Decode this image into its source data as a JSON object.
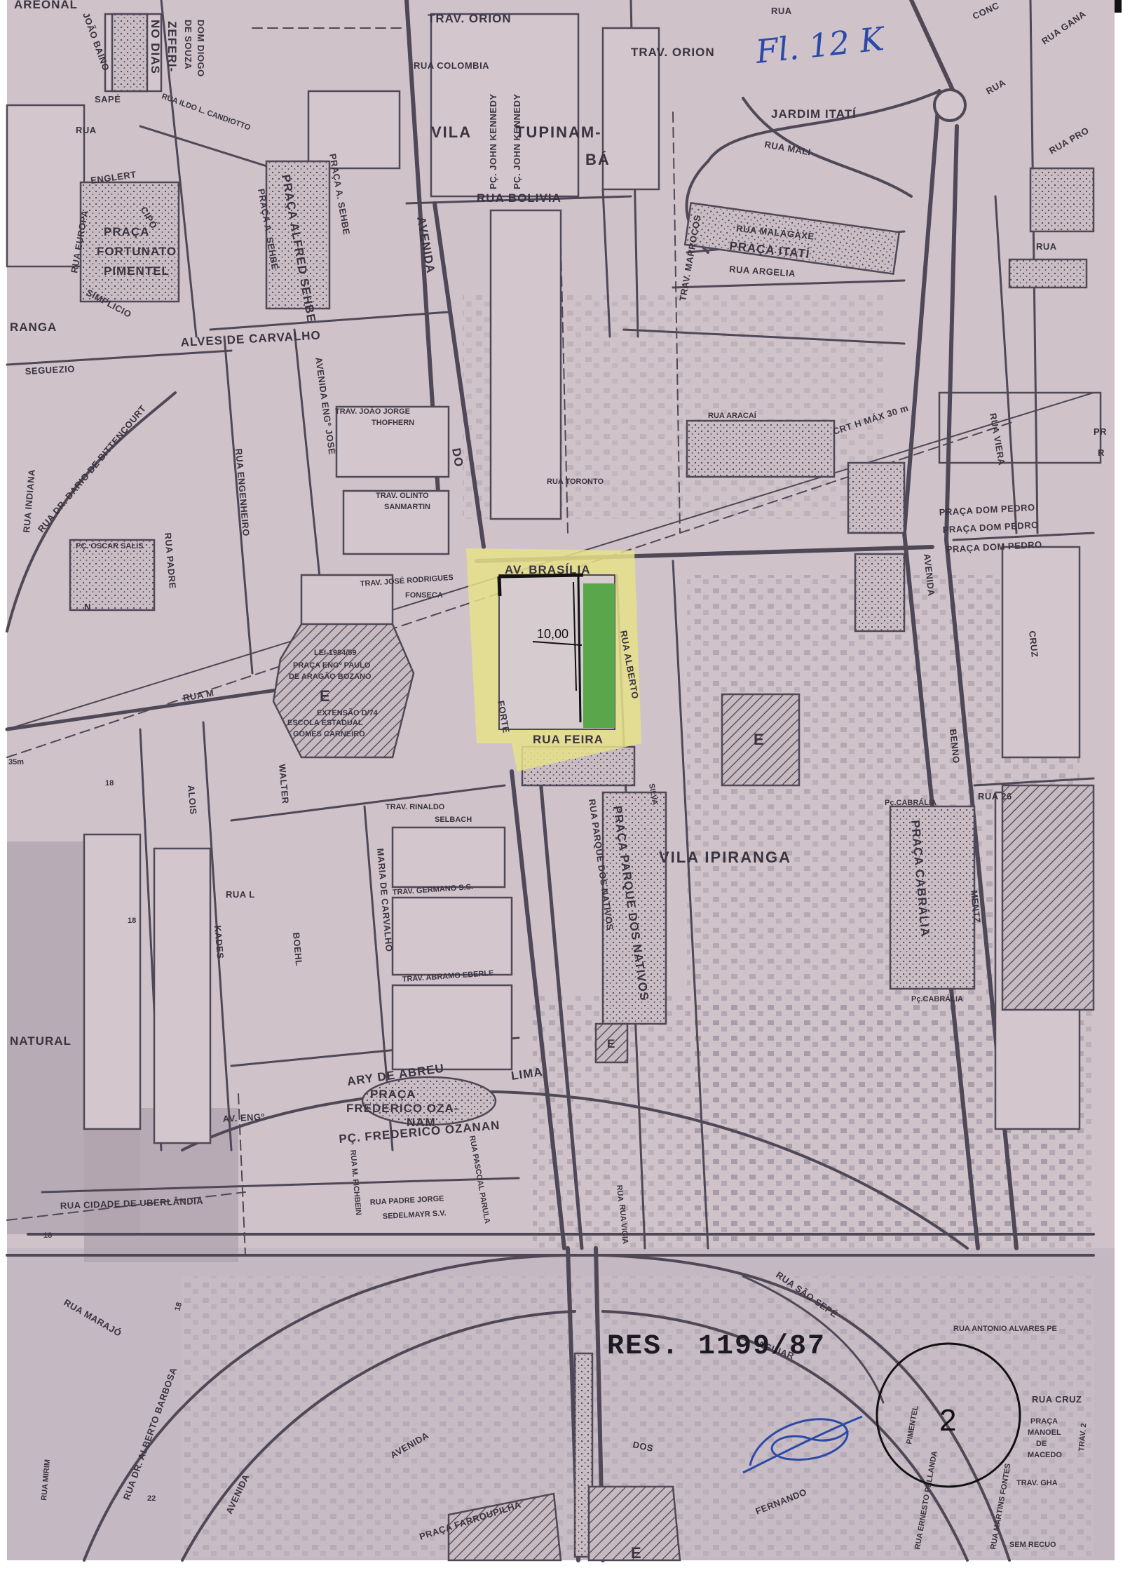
{
  "document": {
    "resolution_label": "RES. 1199/87",
    "sheet_number": "2",
    "handwritten_note": "Fl. 12 K",
    "dimension_label": "10,00"
  },
  "colors": {
    "paper": "#cfc3c9",
    "block": "#d9ced3",
    "street_line": "#4f4857",
    "highlight_yellow": "#e6e08a",
    "highlight_green": "#5aa64b",
    "ink_blue": "#2b4aa8"
  },
  "labels": {
    "vila_tupinamba_1": "VILA",
    "vila_tupinamba_2": "TUPINAM-",
    "vila_tupinamba_3": "BÁ",
    "jardim_itati": "JARDIM ITATÍ",
    "vila_ipiranga": "VILA   IPIRANGA",
    "trav_orion_1": "TRAV. ORION",
    "trav_orion_2": "TRAV. ORION",
    "rua_colombia": "RUA COLOMBIA",
    "rua_bolivia": "RUA  BOLIVIA",
    "pc_john_kennedy_1": "PÇ. JOHN KENNEDY",
    "pc_john_kennedy_2": "PÇ. JOHN KENNEDY",
    "rua_mali": "RUA  MALI",
    "rua_malagaxe": "RUA  MALAGAXE",
    "praca_itati": "PRAÇA  ITATÍ",
    "rua_argelia": "RUA  ARGELIA",
    "trav_marrocos": "TRAV. MARROCOS",
    "rua_aracai": "RUA  ARACAÍ",
    "rua_toronto": "RUA TORONTO",
    "crt": "CRT   H MÁX  30 m",
    "praca_dom_pedro_1": "PRAÇA DOM PEDRO",
    "praca_dom_pedro_2": "PRAÇA DOM PEDRO",
    "praca_dom_pedro_3": "PRAÇA DOM PEDRO",
    "av_brasilia": "AV.  BRASÍLIA",
    "rua_alberto": "RUA   ALBERTO",
    "silva": "SILVA",
    "rua_feira": "RUA  FEIRA",
    "forte": "FORTE",
    "avenida_do": "AVENIDA",
    "do": "DO",
    "praca_parque_dos_nativos": "PRAÇA PARQUE DOS NATIVOS",
    "rua_parque_dos_nativos": "RUA  PARQUE  DOS  NATIVOS",
    "pc_cabralia_1": "Pç.CABRÁLIA",
    "praca_cabralia": "PRAÇA  CABRÁLIA",
    "pc_cabralia_2": "Pç.CABRÁLIA",
    "rua_26": "RUA   26",
    "avenida_benno": "AVENIDA",
    "benno": "BENNO",
    "mentz": "MENTZ",
    "cruz": "CRUZ",
    "rua_viera": "RUA  VIERA",
    "praca_alfred_sehbe": "PRAÇA ALFRED SEHBE",
    "praca_a_sehbe_1": "PRAÇA  A. SEHBE",
    "praca_a_sehbe_2": "PRAÇA  A. SEHBE",
    "praca_fortunato_1": "PRAÇA",
    "praca_fortunato_2": "FORTUNATO",
    "praca_fortunato_3": "PIMENTEL",
    "rua_europa": "RUA  EUROPA",
    "englert": "ENGLERT",
    "cipo": "CIPÓ",
    "simplicio": "SIMPLICIO",
    "alves_de_carvalho": "ALVES       DE        CARVALHO",
    "iranga": "RANGA",
    "seguezio": "SEGUEZIO",
    "avenida_eng_jose": "AVENIDA  ENGº  JOSÉ",
    "trav_joao_jorge": "TRAV. JOÃO JORGE",
    "thofhern": "THOFHERN",
    "trav_olinto": "TRAV. OLINTO",
    "sanmartin": "SANMARTIN",
    "trav_jose_rodrigues": "TRAV. JOSÉ RODRIGUES",
    "fonseca": "FONSECA",
    "lei": "LEI-1984/59",
    "praca_eng_paulo": "PRAÇA ENGº PAULO",
    "de_aragao": "DE ARAGÃO BOZANO",
    "school_e": "E",
    "extensao": "EXTENSÃO  D/74",
    "escola_estadual": "ESCOLA ESTADUAL",
    "gomes_carneiro": "GOMES  CARNEIRO",
    "rua_dr_dario": "RUA  DR. DARIO DE BITTENCOURT",
    "pc_oscar_salis": "PÇ. OSCAR SALIS",
    "rua_indiana": "RUA  INDIANA",
    "rua_padre": "RUA  PADRE",
    "rua_engenheiro": "RUA  ENGENHEIRO",
    "rua_m": "RUA   M",
    "rua_n": "N",
    "alois": "ALOIS",
    "walter": "WALTER",
    "boehl": "BOEHL",
    "kades": "KADES",
    "rua_l": "RUA  L",
    "natural": "NATURAL",
    "trav_rinaldo": "TRAV. RINALDO",
    "selbach": "SELBACH",
    "trav_germano": "TRAV. GERMANO  S.S.",
    "trav_abramo": "TRAV. ABRAMO EBERLE",
    "maria_de_carvalho": "MARIA   DE   CARVALHO",
    "ary_de_abreu": "ARY  DE  ABREU",
    "lima": "LIMA",
    "praca_frederico_1": "PRAÇA",
    "praca_frederico_2": "FREDERICO OZA-",
    "praca_frederico_3": "NAM",
    "av_eng": "AV. ENGº",
    "pc_frederico_ozanan": "PÇ. FREDERICO OZANAN",
    "rua_m_fichbein": "RUA M. FICHBEIN",
    "rua_pascoal": "RUA  PASCOAL  PARULA",
    "rua_padre_jorge": "RUA PADRE JORGE",
    "sedelmayr": "SEDELMAYR  S.V.",
    "rua_cidade_de_uberlandia": "RUA  CIDADE   DE   UBERLÂNDIA",
    "rua_vigia": "RUA VIGIA",
    "rua_marajo": "RUA  MARAJÓ",
    "rua_dr_alberto_barbosa": "RUA DR. ALBERTO BARBOSA",
    "rua_mirim": "RUA MIRIM",
    "avenida_bottom": "AVENIDA",
    "avenida_dos": "AVENIDA",
    "dos": "DOS",
    "praca_farroupilha": "PRAÇA FARROUPILHA",
    "fernando": "FERNANDO",
    "rua_sao_sepe": "RUA  SÃO  SEPÉ",
    "rua_antonio_alvares": "RUA ANTONIO ALVARES PE",
    "rua_cruz": "RUA  CRUZ",
    "praca_manoel_1": "PRAÇA",
    "praca_manoel_2": "MANOEL",
    "praca_manoel_3": "DE",
    "praca_manoel_4": "MACEDO",
    "trav_2": "TRAV. 2",
    "trav_gha": "TRAV.  GHA",
    "rua_martins_fontes": "RUA MARTINS FONTES",
    "ernesto_pellanda": "RUA  ERNESTO PELLANDA",
    "pimentel": "PIMENTEL",
    "sem_recuo": "SEM  RECUO",
    "rua_gana": "RUA  GANA",
    "rua_top_right": "RUA",
    "rua_pro": "RUA PRO",
    "rua_right": "RUA",
    "areonal": "AREONAL",
    "dom_diogo": "DOM DIOGO",
    "de_souza": "DE SOUZA",
    "no_dias": "NO DIAS",
    "zeferi": "ZEFERI-",
    "joao_baino": "JOÃO BAINO",
    "sape": "SAPÉ",
    "rua_ilbo": "RUA ILDO L. CANDIOTTO",
    "rua_left": "RUA",
    "rua_top": "RUA",
    "conc": "CONC",
    "school_e_2": "E",
    "school_e_3": "E",
    "school_e_4": "E",
    "rua_vila": "RUA",
    "num_18_a": "18",
    "num_18_b": "18",
    "num_18_c": "18",
    "num_18_d": "18",
    "num_22": "22",
    "num_35": "35m",
    "rua_aguiar": "AGUIAR",
    "rua_pr": "PR",
    "rua_r": "R"
  }
}
